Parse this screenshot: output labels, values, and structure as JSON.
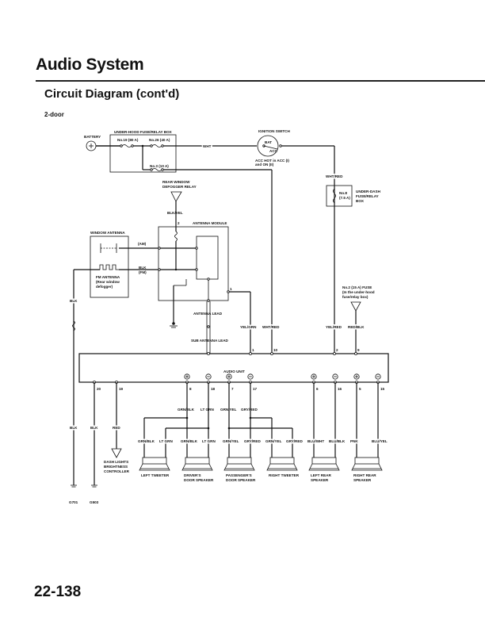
{
  "header": {
    "title": "Audio System",
    "subtitle": "Circuit Diagram (cont'd)",
    "variant": "2-door"
  },
  "page_number": "22-138",
  "diagram": {
    "battery": "BATTERY",
    "underhood_box": "UNDER-HOOD FUSE/RELAY BOX",
    "fuse_19": "No.19 (80 A)",
    "fuse_26": "No.26 (40 A)",
    "fuse_3": "No.3 (10 A)",
    "wire_wht": "WHT",
    "ignition_switch": "IGNITION SWITCH",
    "bat": "BAT",
    "acc": "ACC",
    "acc_note_1": "ACC HOT in ACC (I)",
    "acc_note_2": "and ON (II)",
    "wire_wht_red": "WHT/RED",
    "fuse_8_1": "No.8",
    "fuse_8_2": "(7.5 A)",
    "underdash_1": "UNDER-DASH",
    "underdash_2": "FUSE/RELAY",
    "underdash_3": "BOX",
    "defogger_relay_1": "REAR WINDOW",
    "defogger_relay_2": "DEFOGGER RELAY",
    "wire_blk_yel": "BLK/YEL",
    "pin_2_top": "2",
    "antenna_module": "ANTENNA MODULE",
    "window_antenna": "WINDOW ANTENNA",
    "am_label": "(AM)",
    "blk_fm_1": "BLK",
    "blk_fm_2": "(FM)",
    "fm_antenna_1": "FM ANTENNA",
    "fm_antenna_2": "(Rear window",
    "fm_antenna_3": "defogger)",
    "wire_blk_left": "BLK",
    "pin_1_module": "1",
    "antenna_lead": "ANTENNA LEAD",
    "sub_antenna_lead": "SUB ANTENNA LEAD",
    "wire_yel_grn": "YEL/GRN",
    "wire_wht_red_2": "WHT/RED",
    "wire_yel_red": "YEL/RED",
    "wire_red_blk": "RED/BLK",
    "fuse_2_1": "No.2 (15 A) FUSE",
    "fuse_2_2": "(In the under-hood",
    "fuse_2_3": "fuse/relay box)",
    "top_pins": [
      "1",
      "10",
      "2",
      "9"
    ],
    "audio_unit": "AUDIO UNIT",
    "bottom_pins": [
      "20",
      "19",
      "8",
      "18",
      "7",
      "17",
      "6",
      "16",
      "5",
      "15"
    ],
    "polarity": [
      "+",
      "−",
      "+",
      "−",
      "+",
      "−",
      "+",
      "−"
    ],
    "unit_wires": [
      "GRN/BLK",
      "LT GRN",
      "GRN/YEL",
      "GRY/RED"
    ],
    "wire_blk_a": "BLK",
    "wire_blk_b": "BLK",
    "wire_red": "RED",
    "dash_lights_1": "DASH LIGHTS",
    "dash_lights_2": "BRIGHTNESS",
    "dash_lights_3": "CONTROLLER",
    "speaker_wires": [
      "GRN/BLK",
      "LT GRN",
      "GRN/BLK",
      "LT GRN",
      "GRN/YEL",
      "GRY/RED",
      "GRN/YEL",
      "GRY/RED",
      "BLU/WHT",
      "BLU/BLK",
      "PNK",
      "BLU/YEL"
    ],
    "speakers": [
      {
        "l1": "LEFT TWEETER",
        "l2": ""
      },
      {
        "l1": "DRIVER'S",
        "l2": "DOOR SPEAKER"
      },
      {
        "l1": "PASSENGER'S",
        "l2": "DOOR SPEAKER"
      },
      {
        "l1": "RIGHT TWEETER",
        "l2": ""
      },
      {
        "l1": "LEFT REAR",
        "l2": "SPEAKER"
      },
      {
        "l1": "RIGHT REAR",
        "l2": "SPEAKER"
      }
    ],
    "grounds": [
      "G701",
      "G503"
    ]
  }
}
